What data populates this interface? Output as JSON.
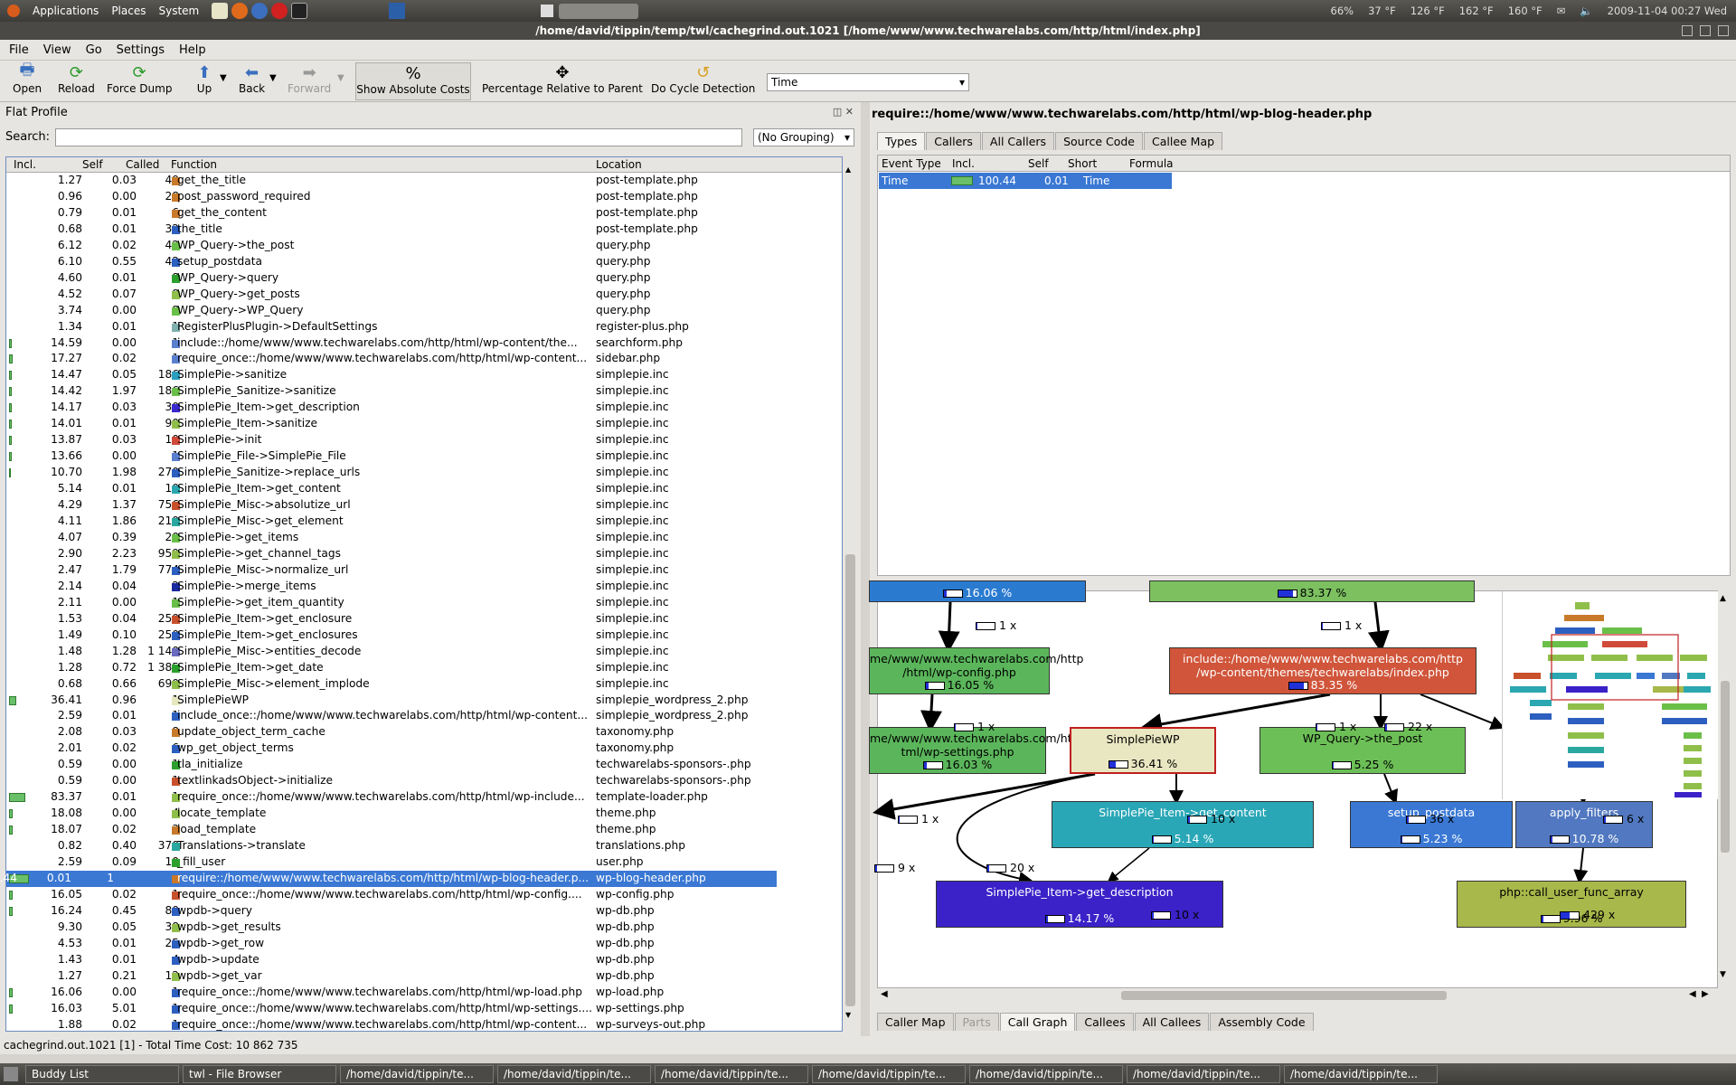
{
  "topbar": {
    "menus": [
      "Applications",
      "Places",
      "System"
    ],
    "tray": [
      "66%",
      "37 °F",
      "126 °F",
      "162 °F",
      "160 °F",
      "2009-11-04 00:27 Wed"
    ]
  },
  "window": {
    "title": "/home/david/tippin/temp/twl/cachegrind.out.1021 [/home/www/www.techwarelabs.com/http/html/index.php]"
  },
  "menu": [
    "File",
    "View",
    "Go",
    "Settings",
    "Help"
  ],
  "toolbar": {
    "open": "Open",
    "reload": "Reload",
    "force_dump": "Force Dump",
    "up": "Up",
    "back": "Back",
    "forward": "Forward",
    "show_abs": "Show Absolute Costs",
    "pct_parent": "Percentage Relative to Parent",
    "cycle": "Do Cycle Detection",
    "metric": "Time"
  },
  "flat": {
    "title": "Flat Profile",
    "search_label": "Search:",
    "grouping": "(No Grouping)",
    "headers": {
      "incl": "Incl.",
      "self": "Self",
      "called": "Called",
      "function": "Function",
      "location": "Location"
    },
    "rows": [
      {
        "incl": "1.27",
        "self": "0.03",
        "called": "49",
        "func": "get_the_title",
        "loc": "post-template.php",
        "c": "#c87a2a"
      },
      {
        "incl": "0.96",
        "self": "0.00",
        "called": "28",
        "func": "post_password_required",
        "loc": "post-template.php",
        "c": "#c87a2a"
      },
      {
        "incl": "0.79",
        "self": "0.01",
        "called": "6",
        "func": "get_the_content",
        "loc": "post-template.php",
        "c": "#c87a2a"
      },
      {
        "incl": "0.68",
        "self": "0.01",
        "called": "32",
        "func": "the_title",
        "loc": "post-template.php",
        "c": "#2c5fbf"
      },
      {
        "incl": "6.12",
        "self": "0.02",
        "called": "42",
        "func": "WP_Query->the_post",
        "loc": "query.php",
        "c": "#6abf49"
      },
      {
        "incl": "6.10",
        "self": "0.55",
        "called": "42",
        "func": "setup_postdata",
        "loc": "query.php",
        "c": "#2c5fbf"
      },
      {
        "incl": "4.60",
        "self": "0.01",
        "called": "8",
        "func": "WP_Query->query",
        "loc": "query.php",
        "c": "#2ca02c"
      },
      {
        "incl": "4.52",
        "self": "0.07",
        "called": "8",
        "func": "WP_Query->get_posts",
        "loc": "query.php",
        "c": "#8fbf4a"
      },
      {
        "incl": "3.74",
        "self": "0.00",
        "called": "8",
        "func": "WP_Query->WP_Query",
        "loc": "query.php",
        "c": "#6abf49"
      },
      {
        "incl": "1.34",
        "self": "0.01",
        "called": "1",
        "func": "RegisterPlusPlugin->DefaultSettings",
        "loc": "register-plus.php",
        "c": "#7fb0b0"
      },
      {
        "incl": "14.59",
        "self": "0.00",
        "called": "1",
        "func": "include::/home/www/www.techwarelabs.com/http/html/wp-content/the...",
        "loc": "searchform.php",
        "c": "#5a7fcf"
      },
      {
        "incl": "17.27",
        "self": "0.02",
        "called": "1",
        "func": "require_once::/home/www/www.techwarelabs.com/http/html/wp-content...",
        "loc": "sidebar.php",
        "c": "#5a7fcf"
      },
      {
        "incl": "14.47",
        "self": "0.05",
        "called": "186",
        "func": "SimplePie->sanitize",
        "loc": "simplepie.inc",
        "c": "#2a9fbf"
      },
      {
        "incl": "14.42",
        "self": "1.97",
        "called": "186",
        "func": "SimplePie_Sanitize->sanitize",
        "loc": "simplepie.inc",
        "c": "#6abf49"
      },
      {
        "incl": "14.17",
        "self": "0.03",
        "called": "30",
        "func": "SimplePie_Item->get_description",
        "loc": "simplepie.inc",
        "c": "#3a2acf"
      },
      {
        "incl": "14.01",
        "self": "0.01",
        "called": "90",
        "func": "SimplePie_Item->sanitize",
        "loc": "simplepie.inc",
        "c": "#8fbf4a"
      },
      {
        "incl": "13.87",
        "self": "0.03",
        "called": "10",
        "func": "SimplePie->init",
        "loc": "simplepie.inc",
        "c": "#d04a3a"
      },
      {
        "incl": "13.66",
        "self": "0.00",
        "called": "1",
        "func": "SimplePie_File->SimplePie_File",
        "loc": "simplepie.inc",
        "c": "#5a7fcf"
      },
      {
        "incl": "10.70",
        "self": "1.98",
        "called": "270",
        "func": "SimplePie_Sanitize->replace_urls",
        "loc": "simplepie.inc",
        "c": "#2c5fbf"
      },
      {
        "incl": "5.14",
        "self": "0.01",
        "called": "10",
        "func": "SimplePie_Item->get_content",
        "loc": "simplepie.inc",
        "c": "#2aa7b0"
      },
      {
        "incl": "4.29",
        "self": "1.37",
        "called": "756",
        "func": "SimplePie_Misc->absolutize_url",
        "loc": "simplepie.inc",
        "c": "#c8502a"
      },
      {
        "incl": "4.11",
        "self": "1.86",
        "called": "210",
        "func": "SimplePie_Misc->get_element",
        "loc": "simplepie.inc",
        "c": "#2aa79f"
      },
      {
        "incl": "4.07",
        "self": "0.39",
        "called": "20",
        "func": "SimplePie->get_items",
        "loc": "simplepie.inc",
        "c": "#6abf49"
      },
      {
        "incl": "2.90",
        "self": "2.23",
        "called": "959",
        "func": "SimplePie->get_channel_tags",
        "loc": "simplepie.inc",
        "c": "#8fbf4a"
      },
      {
        "incl": "2.47",
        "self": "1.79",
        "called": "774",
        "func": "SimplePie_Misc->normalize_url",
        "loc": "simplepie.inc",
        "c": "#2c5fbf"
      },
      {
        "incl": "2.14",
        "self": "0.04",
        "called": "2",
        "func": "SimplePie->merge_items",
        "loc": "simplepie.inc",
        "c": "#1a2a9f"
      },
      {
        "incl": "2.11",
        "self": "0.00",
        "called": "1",
        "func": "SimplePie->get_item_quantity",
        "loc": "simplepie.inc",
        "c": "#6abf49"
      },
      {
        "incl": "1.53",
        "self": "0.04",
        "called": "250",
        "func": "SimplePie_Item->get_enclosure",
        "loc": "simplepie.inc",
        "c": "#c8502a"
      },
      {
        "incl": "1.49",
        "self": "0.10",
        "called": "250",
        "func": "SimplePie_Item->get_enclosures",
        "loc": "simplepie.inc",
        "c": "#2c5fbf"
      },
      {
        "incl": "1.48",
        "self": "1.28",
        "called": "1 140",
        "func": "SimplePie_Misc->entities_decode",
        "loc": "simplepie.inc",
        "c": "#6a6abf"
      },
      {
        "incl": "1.28",
        "self": "0.72",
        "called": "1 385",
        "func": "SimplePie_Item->get_date",
        "loc": "simplepie.inc",
        "c": "#2ca02c"
      },
      {
        "incl": "0.68",
        "self": "0.66",
        "called": "690",
        "func": "SimplePie_Misc->element_implode",
        "loc": "simplepie.inc",
        "c": "#8fbf4a"
      },
      {
        "incl": "36.41",
        "self": "0.96",
        "called": "1",
        "func": "SimplePieWP",
        "loc": "simplepie_wordpress_2.php",
        "c": "#e8e8c0"
      },
      {
        "incl": "2.59",
        "self": "0.01",
        "called": "1",
        "func": "include_once::/home/www/www.techwarelabs.com/http/html/wp-content...",
        "loc": "simplepie_wordpress_2.php",
        "c": "#2c5fbf"
      },
      {
        "incl": "2.08",
        "self": "0.03",
        "called": "8",
        "func": "update_object_term_cache",
        "loc": "taxonomy.php",
        "c": "#c87a2a"
      },
      {
        "incl": "2.01",
        "self": "0.02",
        "called": "6",
        "func": "wp_get_object_terms",
        "loc": "taxonomy.php",
        "c": "#2c5fbf"
      },
      {
        "incl": "0.59",
        "self": "0.00",
        "called": "1",
        "func": "tla_initialize",
        "loc": "techwarelabs-sponsors-.php",
        "c": "#2ca02c"
      },
      {
        "incl": "0.59",
        "self": "0.00",
        "called": "1",
        "func": "textlinkadsObject->initialize",
        "loc": "techwarelabs-sponsors-.php",
        "c": "#c8502a"
      },
      {
        "incl": "83.37",
        "self": "0.01",
        "called": "1",
        "func": "require_once::/home/www/www.techwarelabs.com/http/html/wp-include...",
        "loc": "template-loader.php",
        "c": "#8fbf4a"
      },
      {
        "incl": "18.08",
        "self": "0.00",
        "called": "4",
        "func": "locate_template",
        "loc": "theme.php",
        "c": "#8fbf4a"
      },
      {
        "incl": "18.07",
        "self": "0.02",
        "called": "3",
        "func": "load_template",
        "loc": "theme.php",
        "c": "#c87a2a"
      },
      {
        "incl": "0.82",
        "self": "0.40",
        "called": "370",
        "func": "Translations->translate",
        "loc": "translations.php",
        "c": "#2aa79f"
      },
      {
        "incl": "2.59",
        "self": "0.09",
        "called": "10",
        "func": "_fill_user",
        "loc": "user.php",
        "c": "#2ca02c"
      },
      {
        "incl": "100.44",
        "self": "0.01",
        "called": "1",
        "func": "require::/home/www/www.techwarelabs.com/http/html/wp-blog-header.p...",
        "loc": "wp-blog-header.php",
        "c": "#c87a2a",
        "sel": true
      },
      {
        "incl": "16.05",
        "self": "0.02",
        "called": "1",
        "func": "require_once::/home/www/www.techwarelabs.com/http/html/wp-config....",
        "loc": "wp-config.php",
        "c": "#c8502a"
      },
      {
        "incl": "16.24",
        "self": "0.45",
        "called": "80",
        "func": "wpdb->query",
        "loc": "wp-db.php",
        "c": "#2c5fbf"
      },
      {
        "incl": "9.30",
        "self": "0.05",
        "called": "38",
        "func": "wpdb->get_results",
        "loc": "wp-db.php",
        "c": "#8fbf4a"
      },
      {
        "incl": "4.53",
        "self": "0.01",
        "called": "25",
        "func": "wpdb->get_row",
        "loc": "wp-db.php",
        "c": "#2c5fbf"
      },
      {
        "incl": "1.43",
        "self": "0.01",
        "called": "4",
        "func": "wpdb->update",
        "loc": "wp-db.php",
        "c": "#2c5fbf"
      },
      {
        "incl": "1.27",
        "self": "0.21",
        "called": "12",
        "func": "wpdb->get_var",
        "loc": "wp-db.php",
        "c": "#8fbf4a"
      },
      {
        "incl": "16.06",
        "self": "0.00",
        "called": "1",
        "func": "require_once::/home/www/www.techwarelabs.com/http/html/wp-load.php",
        "loc": "wp-load.php",
        "c": "#2c5fbf"
      },
      {
        "incl": "16.03",
        "self": "5.01",
        "called": "1",
        "func": "require_once::/home/www/www.techwarelabs.com/http/html/wp-settings....",
        "loc": "wp-settings.php",
        "c": "#2c5fbf"
      },
      {
        "incl": "1.88",
        "self": "0.02",
        "called": "1",
        "func": "require_once::/home/www/www.techwarelabs.com/http/html/wp-content...",
        "loc": "wp-surveys-out.php",
        "c": "#2c5fbf"
      }
    ]
  },
  "status": "cachegrind.out.1021 [1] - Total Time Cost: 10 862 735",
  "detail": {
    "title": "require::/home/www/www.techwarelabs.com/http/html/wp-blog-header.php",
    "tabs": [
      "Types",
      "Callers",
      "All Callers",
      "Source Code",
      "Callee Map"
    ],
    "types_headers": [
      "Event Type",
      "Incl.",
      "Self",
      "Short",
      "Formula"
    ],
    "types_row": {
      "event": "Time",
      "incl": "100.44",
      "self": "0.01",
      "short": "Time",
      "formula": ""
    },
    "bottom_tabs": [
      "Caller Map",
      "Parts",
      "Call Graph",
      "Callees",
      "All Callees",
      "Assembly Code"
    ]
  },
  "graph": {
    "nodes": [
      {
        "id": "n-top-left",
        "label": "",
        "pct": "16.06 %",
        "fill": 0.16,
        "bg": "#2a7bd0"
      },
      {
        "id": "n-top-right",
        "label": "",
        "pct": "83.37 %",
        "fill": 0.83,
        "bg": "#7cc060"
      },
      {
        "id": "n-wpconfig",
        "label": "me/www/www.techwarelabs.com/http\n/html/wp-config.php",
        "pct": "16.05 %",
        "fill": 0.16,
        "bg": "#5bb65b"
      },
      {
        "id": "n-index",
        "label": "include::/home/www/www.techwarelabs.com/http\n/wp-content/themes/techwarelabs/index.php",
        "pct": "83.35 %",
        "fill": 0.83,
        "bg": "#d0553a"
      },
      {
        "id": "n-wpsettings",
        "label": "me/www/www.techwarelabs.com/http\ntml/wp-settings.php",
        "pct": "16.03 %",
        "fill": 0.16,
        "bg": "#5bb65b"
      },
      {
        "id": "n-simplepiewp",
        "label": "SimplePieWP",
        "pct": "36.41 %",
        "fill": 0.36,
        "bg": "#e9e7c1"
      },
      {
        "id": "n-thepost",
        "label": "WP_Query->the_post",
        "pct": "5.25 %",
        "fill": 0.05,
        "bg": "#6cbf57"
      },
      {
        "id": "n-getcontent",
        "label": "SimplePie_Item->get_content",
        "pct": "5.14 %",
        "fill": 0.05,
        "bg": "#2aa7b7"
      },
      {
        "id": "n-setup",
        "label": "setup_postdata",
        "pct": "5.23 %",
        "fill": 0.05,
        "bg": "#3a78d4"
      },
      {
        "id": "n-applyfilters",
        "label": "apply_filters",
        "pct": "10.78 %",
        "fill": 0.11,
        "bg": "#5178c0"
      },
      {
        "id": "n-getdesc",
        "label": "SimplePie_Item->get_description",
        "pct": "14.17 %",
        "fill": 0.14,
        "bg": "#3a22c8"
      },
      {
        "id": "n-calluser",
        "label": "php::call_user_func_array",
        "pct": "9.96 %",
        "fill": 0.1,
        "bg": "#a8b84a"
      }
    ],
    "edges": [
      "1 x",
      "1 x",
      "1 x",
      "1 x",
      "22 x",
      "1 x",
      "10 x",
      "36 x",
      "6 x",
      "9 x",
      "20 x",
      "10 x",
      "429 x"
    ]
  },
  "taskbar": [
    "Buddy List",
    "twl - File Browser",
    "/home/david/tippin/te...",
    "/home/david/tippin/te...",
    "/home/david/tippin/te...",
    "/home/david/tippin/te...",
    "/home/david/tippin/te...",
    "/home/david/tippin/te...",
    "/home/david/tippin/te..."
  ]
}
